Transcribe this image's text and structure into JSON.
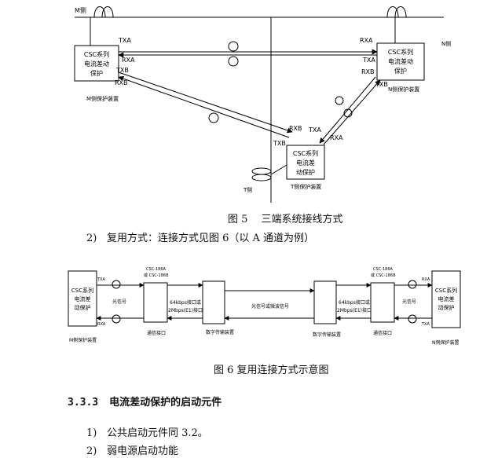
{
  "fig5": {
    "bus_left": "M侧",
    "bus_right": "N侧",
    "tee_label": "T侧",
    "relay_m": [
      "CSC系列",
      "电流差动",
      "保护"
    ],
    "relay_n": [
      "CSC系列",
      "电流差动",
      "保护"
    ],
    "relay_t": [
      "CSC系列",
      "电流差",
      "动保护"
    ],
    "dev_m": "M侧保护装置",
    "dev_n": "N侧保护装置",
    "dev_t": "T侧保护装置",
    "sig": {
      "txa": "TXA",
      "rxa": "RXA",
      "txb": "TXB",
      "rxb": "RXB"
    },
    "caption": "图 5　 三端系统接线方式"
  },
  "text_line_2": {
    "num": "2)",
    "text": "复用方式：连接方式见图 6（以 A 通道为例）"
  },
  "fig6": {
    "relay_left": [
      "CSC系列",
      "电流差",
      "动保护"
    ],
    "relay_right": [
      "CSC系列",
      "电流差",
      "动保护"
    ],
    "dev_left": "M侧保护装置",
    "dev_right": "N侧保护装置",
    "conv_top_1": "CSC-186A",
    "conv_top_2": "或 CSC-186B",
    "fiber_signal": "光信号",
    "iface_label": [
      "64kbps接口或",
      "2Mbps(E1)接口"
    ],
    "mid_signal": "光信号或微波信号",
    "comm_iface": "通信接口",
    "dtu": "数字传输装置",
    "txa": "TXA",
    "rxa": "RXA",
    "caption": "图 6 复用连接方式示意图"
  },
  "section": {
    "number": "3.3.3",
    "title": "电流差动保护的启动元件"
  },
  "items": [
    {
      "num": "1)",
      "text": "公共启动元件同 3.2。"
    },
    {
      "num": "2)",
      "text": "弱电源启动功能"
    }
  ]
}
